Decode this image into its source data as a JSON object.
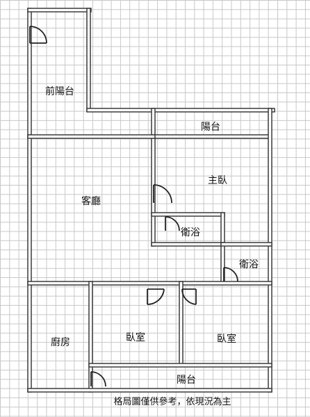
{
  "rooms": {
    "front_balcony": "前陽台",
    "balcony_top": "陽台",
    "master_bedroom": "主臥",
    "living_room": "客廳",
    "bathroom_1": "衛浴",
    "bathroom_2": "衛浴",
    "kitchen": "廚房",
    "bedroom_1": "臥室",
    "bedroom_2": "臥室",
    "balcony_bottom": "陽台"
  },
  "caption": "格局圖僅供參考，依現況為主",
  "colors": {
    "grid_line": "#c8c8c8",
    "wall_fill": "#ffffff",
    "wall_stroke": "#3a3a3a",
    "door_stroke": "#222222"
  }
}
